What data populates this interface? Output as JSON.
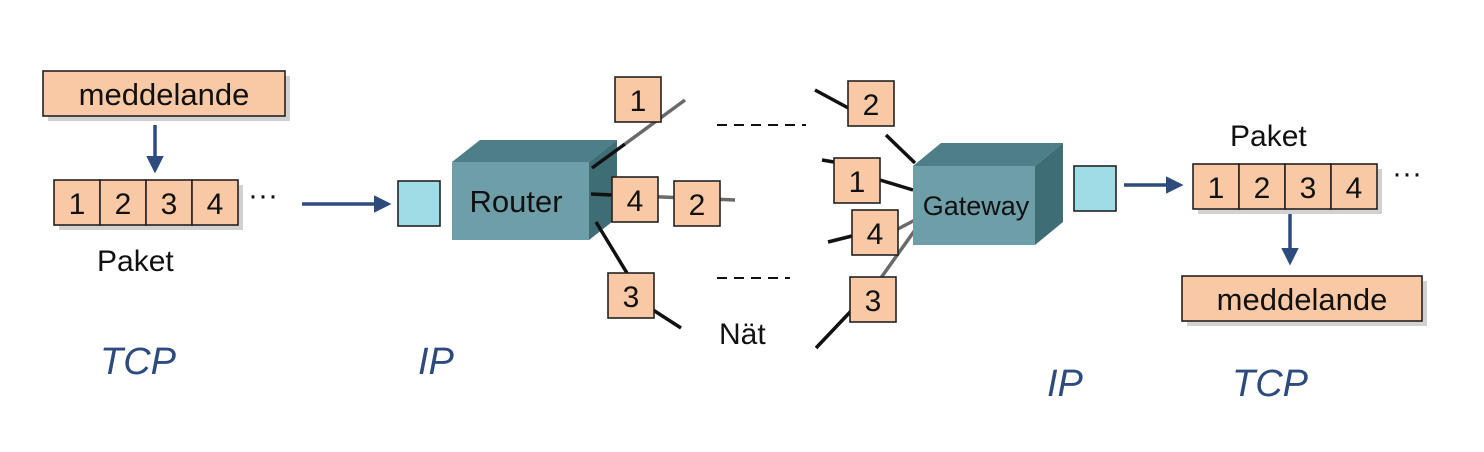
{
  "sender": {
    "message": "meddelande",
    "packets": [
      "1",
      "2",
      "3",
      "4"
    ],
    "ellipsis": "···",
    "packets_label": "Paket",
    "layer_tcp": "TCP",
    "layer_ip": "IP"
  },
  "router": {
    "label": "Router"
  },
  "network": {
    "label": "Nät",
    "packets_router_side": {
      "top": "1",
      "middle_a": "4",
      "middle_b": "2",
      "bottom": "3"
    },
    "packets_gateway_side": {
      "top": "2",
      "middle_a": "1",
      "middle_b": "4",
      "bottom": "3"
    }
  },
  "gateway": {
    "label": "Gateway"
  },
  "receiver": {
    "packets_label": "Paket",
    "packets": [
      "1",
      "2",
      "3",
      "4"
    ],
    "ellipsis": "···",
    "message": "meddelande",
    "layer_ip": "IP",
    "layer_tcp": "TCP"
  },
  "colors": {
    "packet_fill": "#f9c9a6",
    "device_fill": "#6e9ea8",
    "small_box_fill": "#9edde6",
    "arrow": "#2d4b7c",
    "layer_text": "#2d4b7c"
  }
}
